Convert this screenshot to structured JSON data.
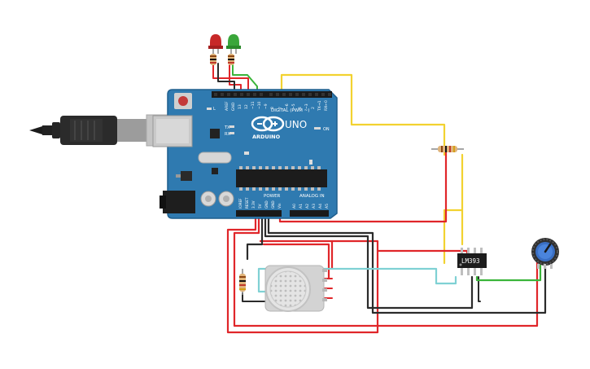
{
  "board": {
    "brand_uno": "UNO",
    "brand_arduino": "ARDUINO",
    "digital_header": "DIGITAL (PWM ~)",
    "power_header": "POWER",
    "analog_header": "ANALOG IN",
    "led_on": "ON",
    "led_tx": "TX",
    "led_rx": "RX",
    "led_l": "L",
    "aref": "AREF",
    "gnd": "GND",
    "digital_pins": [
      "13",
      "12",
      "~11",
      "~10",
      "~9",
      "8",
      "7",
      "~6",
      "~5",
      "4",
      "~3",
      "2",
      "TX→1",
      "RX←0"
    ],
    "power_pins": [
      "IOREF",
      "RESET",
      "3.3V",
      "5V",
      "GND",
      "GND",
      "Vin"
    ],
    "analog_pins": [
      "A0",
      "A1",
      "A2",
      "A3",
      "A4",
      "A5"
    ]
  },
  "comparator": {
    "label": "LM393"
  },
  "colors": {
    "board": "#2f7ab0",
    "board_dark": "#1f5f8e",
    "wire_red": "#e0262a",
    "wire_black": "#2b2b2b",
    "wire_yellow": "#f2d230",
    "wire_cyan": "#7fd1d4",
    "wire_green": "#3bb53b",
    "led_red": "#c72828",
    "led_green": "#3aa63a"
  },
  "icons": [
    "usb-cable-icon",
    "reset-button-icon",
    "potentiometer-knob-icon",
    "gas-sensor-icon"
  ]
}
